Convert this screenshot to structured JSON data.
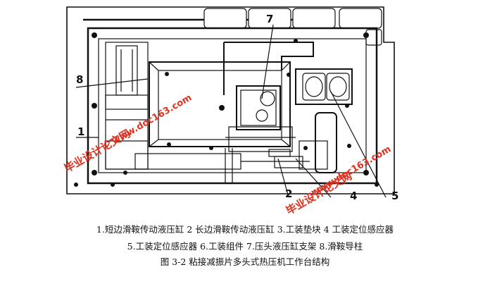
{
  "figure": {
    "callouts": [
      "1",
      "2",
      "4",
      "5",
      "7",
      "8"
    ],
    "legend_line1": "1.短边滑鞍传动液压缸   2  长边滑鞍传动液压缸   3.工装垫块   4  工装定位感应器",
    "legend_line2": "5.工装定位感应器 6.工装组件   7.压头液压缸支架 8.滑鞍导柱",
    "caption": "图  3-2  粘接减振片多头式热压机工作台结构"
  },
  "watermarks": {
    "text_cn": "毕业设计论文网",
    "text_url": "www.doc163.com"
  },
  "colors": {
    "line": "#111111",
    "watermark": "#e0301e"
  }
}
